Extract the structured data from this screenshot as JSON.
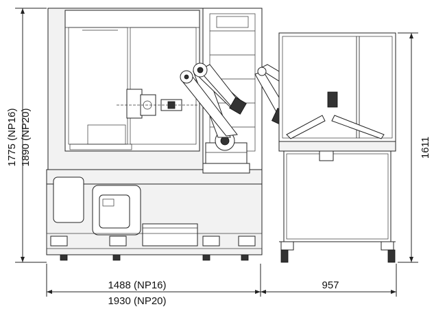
{
  "dimensions": {
    "height_np": "1775 (NP16)",
    "height_np20": "1890 (NP20)",
    "robot_cell_height": "1611",
    "width_np16": "1488 (NP16)",
    "width_np20": "1930 (NP20)",
    "robot_cell_width": "957"
  }
}
